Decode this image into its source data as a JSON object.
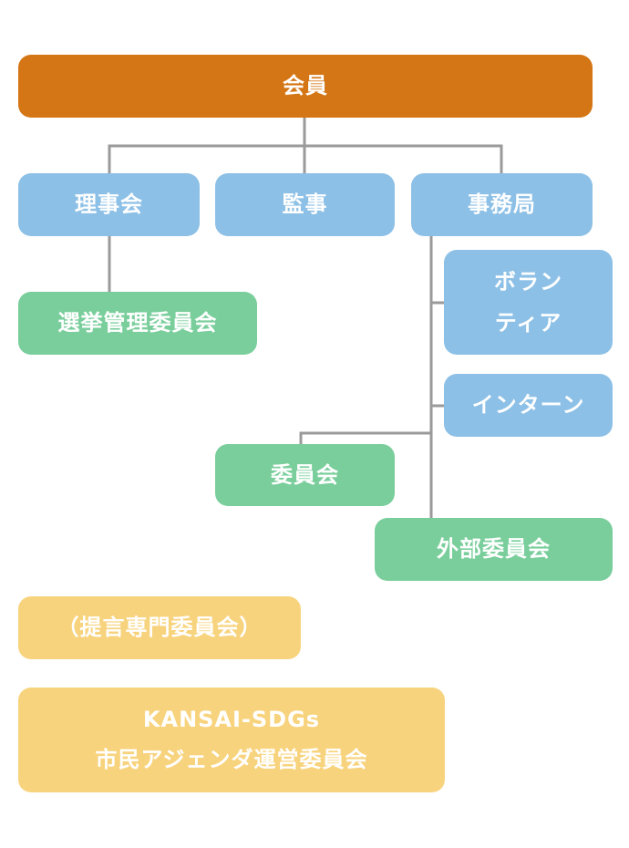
{
  "colors": {
    "top": "#D47615",
    "blue": "#8DC0E6",
    "green": "#7ACE9C",
    "yellow": "#F8D37D",
    "line": "#9A9A9A"
  },
  "nodes": {
    "members": "会員",
    "board": "理事会",
    "auditor": "監事",
    "secretariat": "事務局",
    "election_committee": "選挙管理委員会",
    "volunteer": [
      "ボラン",
      "ティア"
    ],
    "intern": "インターン",
    "committee": "委員会",
    "external_committee": "外部委員会",
    "proposal_committee": "（提言専門委員会）",
    "kansai_sdgs": [
      "KANSAI-SDGs",
      "市民アジェンダ運営委員会"
    ]
  }
}
